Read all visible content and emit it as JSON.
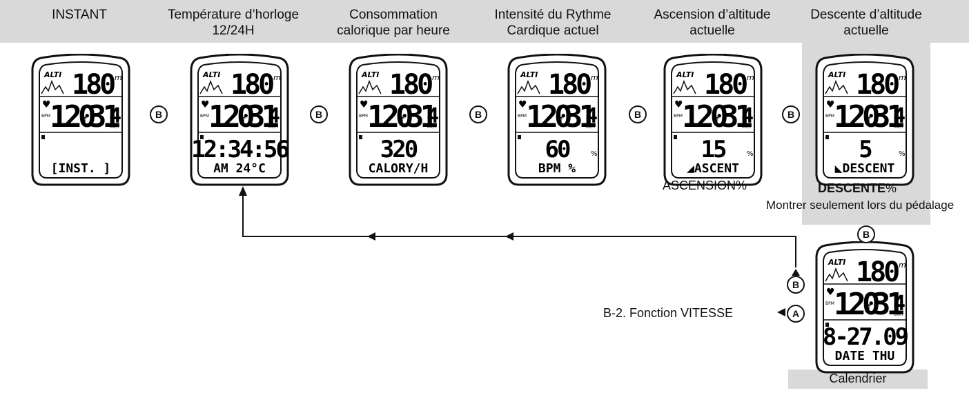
{
  "columns": [
    {
      "title": "INSTANT",
      "alt": "180",
      "hr": "120",
      "speed": "31",
      "dec": "4",
      "main": "",
      "unit": "",
      "sub": "[INST. ]"
    },
    {
      "title": "Température d’horloge\n12/24H",
      "alt": "180",
      "hr": "120",
      "speed": "31",
      "dec": "4",
      "main": "12:34:56",
      "unit": "",
      "sub": "AM   24°C"
    },
    {
      "title": "Consommation\ncalorique par heure",
      "alt": "180",
      "hr": "120",
      "speed": "31",
      "dec": "4",
      "main": "320",
      "unit": "",
      "sub": "CALORY/H"
    },
    {
      "title": "Intensité du Rythme\nCardique actuel",
      "alt": "180",
      "hr": "120",
      "speed": "31",
      "dec": "4",
      "main": "60",
      "unit": "%",
      "sub": "BPM %"
    },
    {
      "title": "Ascension d’altitude\nactuelle",
      "alt": "180",
      "hr": "120",
      "speed": "31",
      "dec": "4",
      "main": "15",
      "unit": "%",
      "sub": "◢ASCENT"
    },
    {
      "title": "Descente d’altitude\nactuelle",
      "alt": "180",
      "hr": "120",
      "speed": "31",
      "dec": "4",
      "main": "5",
      "unit": "%",
      "sub": "◣DESCENT"
    }
  ],
  "calendar_device": {
    "alt": "180",
    "hr": "120",
    "speed": "31",
    "dec": "4",
    "main": "8-27.09",
    "unit": "",
    "sub": "DATE THU"
  },
  "buttons": {
    "b": "B",
    "a": "A"
  },
  "lcd": {
    "alt_unit": "m",
    "bpm": "BPM",
    "kmh": "KM/H",
    "logo": "ALTI"
  },
  "captions": {
    "ascension": "ASCENSION%",
    "descente_bold": "DESCENTE",
    "descente_pct": "%",
    "pedal_note": "Montrer seulement lors du pédalage",
    "vitesse": "B-2. Fonction VITESSE",
    "calendrier": "Calendrier"
  },
  "colors": {
    "band": "#d9d9d9",
    "ink": "#111111"
  }
}
